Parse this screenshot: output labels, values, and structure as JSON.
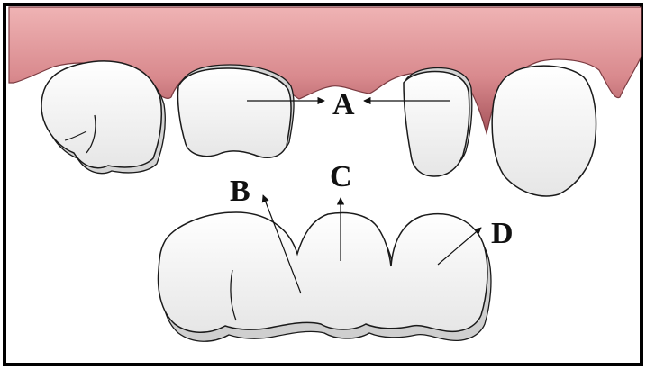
{
  "labels": {
    "a": "A",
    "b": "B",
    "c": "C",
    "d": "D"
  },
  "colors": {
    "gum_light": "#e7a2a4",
    "gum_dark": "#a6535a",
    "tooth_fill": "#f4f4f4",
    "tooth_shadow": "#cfcfcf",
    "outline": "#1a1a1a",
    "frame": "#000000"
  }
}
